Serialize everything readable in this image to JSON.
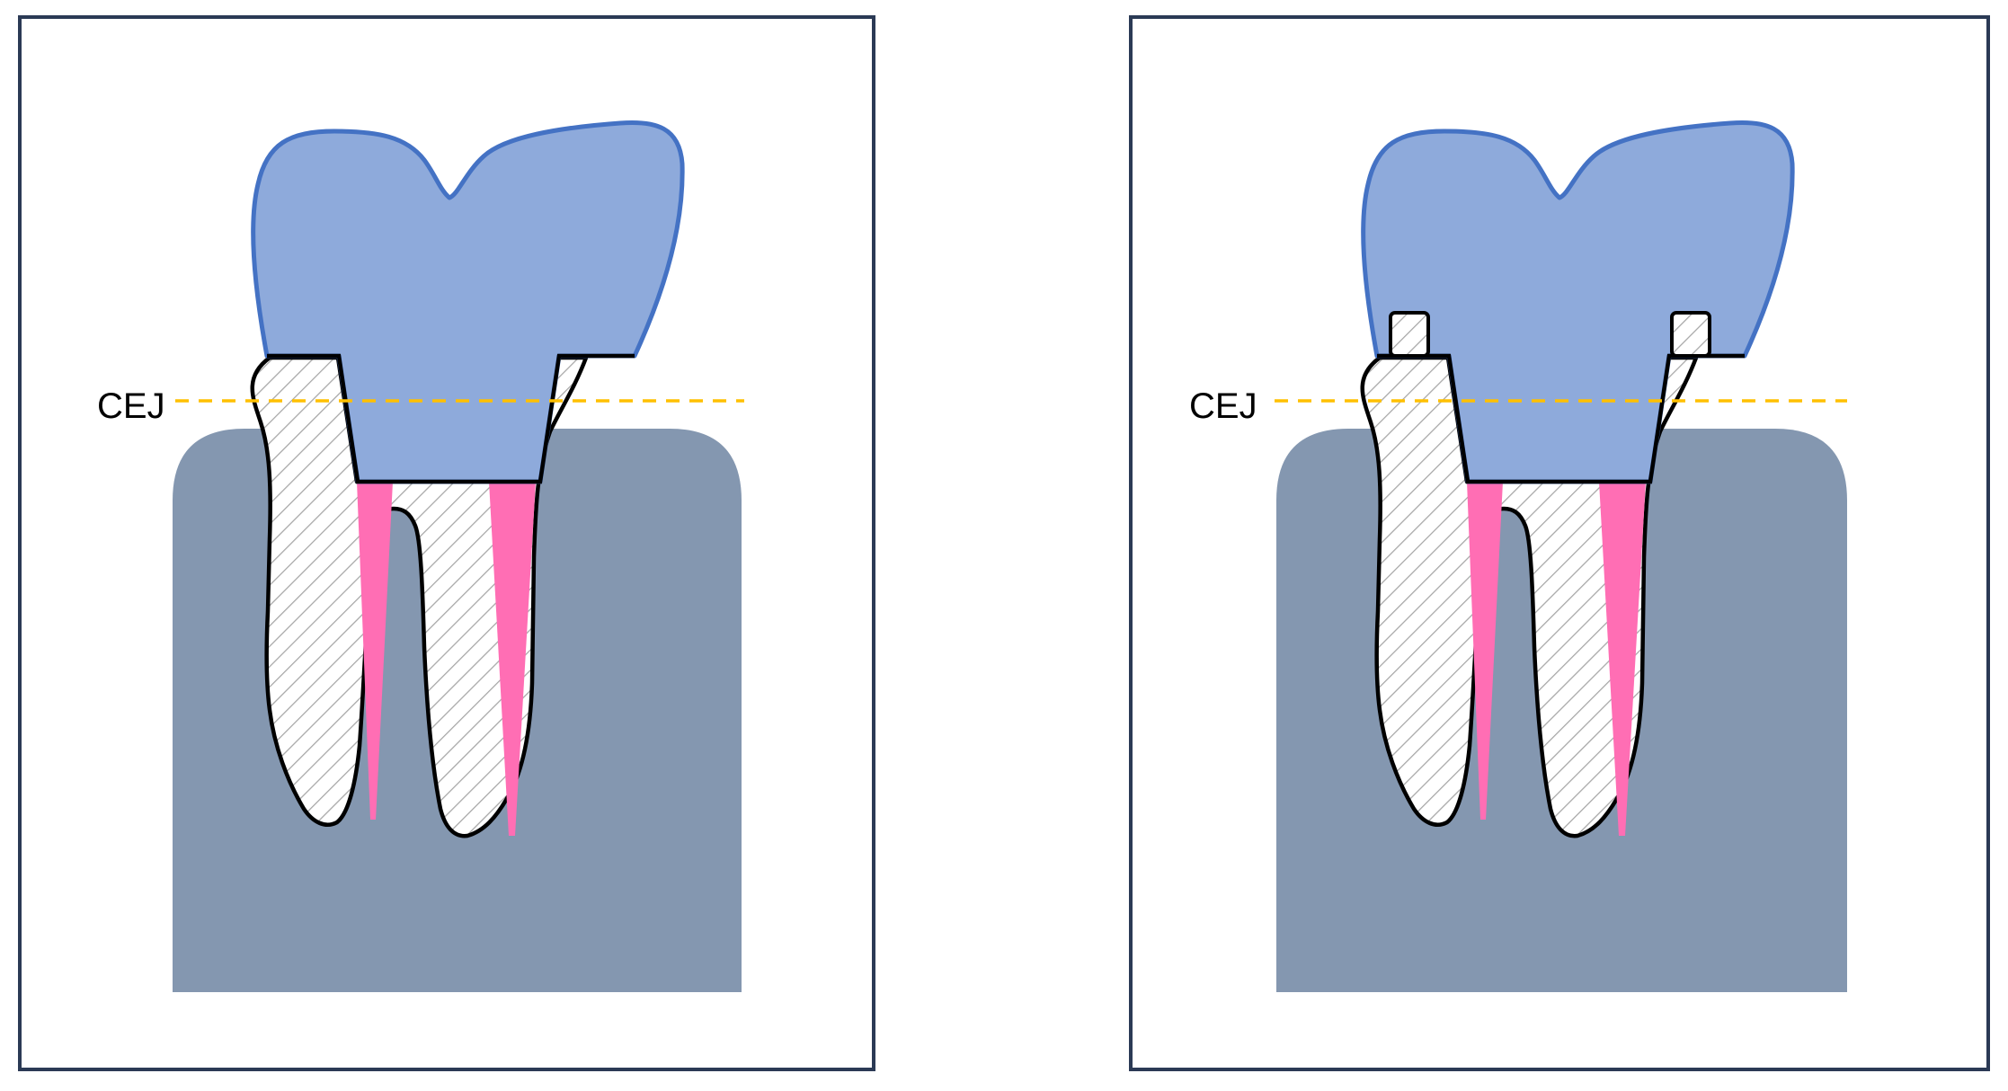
{
  "colors": {
    "background": "#ffffff",
    "panel_border": "#2b3a55",
    "bone": "#8497b0",
    "crown_fill": "#8eaadb",
    "crown_stroke": "#4472c4",
    "pulp_canal": "#ff6eb4",
    "dentin_hatch": "#a6a6a6",
    "cej_line": "#ffc000",
    "outline": "#000000"
  },
  "panels": [
    {
      "id": "left",
      "cej_label": "CEJ",
      "shows_ferrule_posts": false
    },
    {
      "id": "right",
      "cej_label": "CEJ",
      "shows_ferrule_posts": true
    }
  ],
  "icons": [
    "tooth-crown-shape",
    "tooth-root-shape",
    "pulp-canal-shape",
    "alveolar-bone-shape"
  ]
}
